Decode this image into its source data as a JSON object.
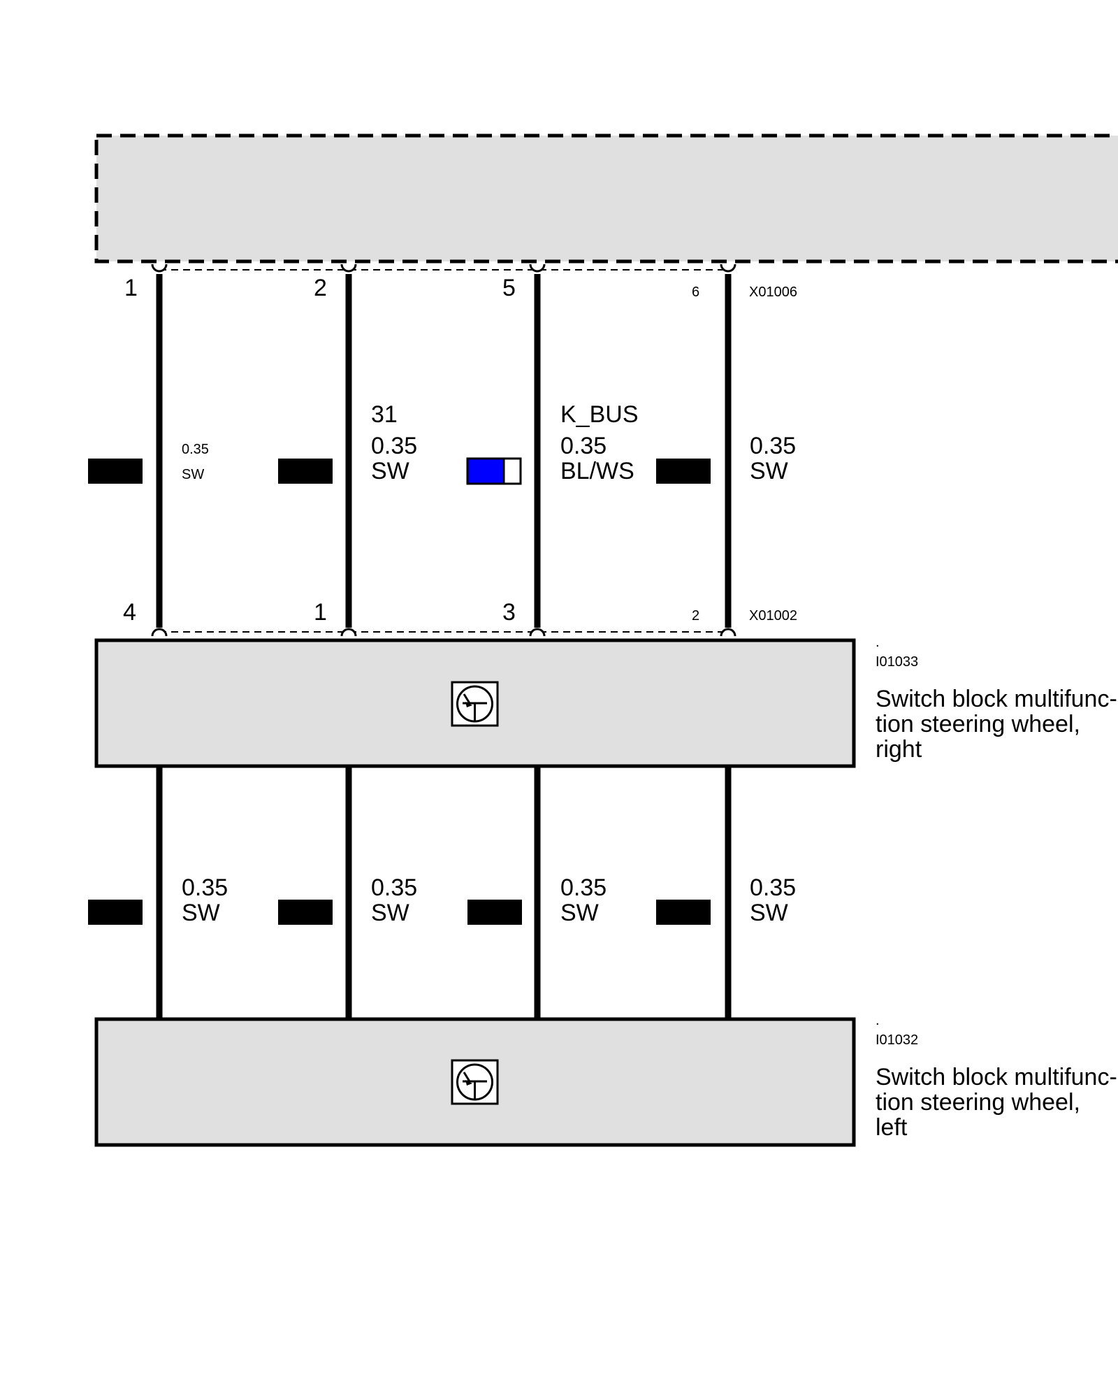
{
  "connectors": {
    "top": {
      "id": "X01006",
      "pins": [
        "1",
        "2",
        "5",
        "6"
      ]
    },
    "bottom": {
      "id": "X01002",
      "pins": [
        "4",
        "1",
        "3",
        "2"
      ]
    }
  },
  "upper_wires": [
    {
      "signal": "",
      "gauge": "0.35",
      "color_code": "SW",
      "swatch": [
        "#000000"
      ]
    },
    {
      "signal": "31",
      "gauge": "0.35",
      "color_code": "SW",
      "swatch": [
        "#000000"
      ]
    },
    {
      "signal": "K_BUS",
      "gauge": "0.35",
      "color_code": "BL/WS",
      "swatch": [
        "#0000ff",
        "#ffffff"
      ]
    },
    {
      "signal": "",
      "gauge": "0.35",
      "color_code": "SW",
      "swatch": [
        "#000000"
      ]
    }
  ],
  "lower_wires": [
    {
      "gauge": "0.35",
      "color_code": "SW",
      "swatch": [
        "#000000"
      ]
    },
    {
      "gauge": "0.35",
      "color_code": "SW",
      "swatch": [
        "#000000"
      ]
    },
    {
      "gauge": "0.35",
      "color_code": "SW",
      "swatch": [
        "#000000"
      ]
    },
    {
      "gauge": "0.35",
      "color_code": "SW",
      "swatch": [
        "#000000"
      ]
    }
  ],
  "components": {
    "right": {
      "dot": ".",
      "id": "I01033",
      "name_line1": "Switch block multifunc-",
      "name_line2": "tion steering wheel,",
      "name_line3": "right"
    },
    "left": {
      "dot": ".",
      "id": "I01032",
      "name_line1": "Switch block multifunc-",
      "name_line2": "tion steering wheel,",
      "name_line3": "left"
    }
  },
  "colors": {
    "module_fill": "#e0e0e0",
    "wire": "#000000"
  }
}
